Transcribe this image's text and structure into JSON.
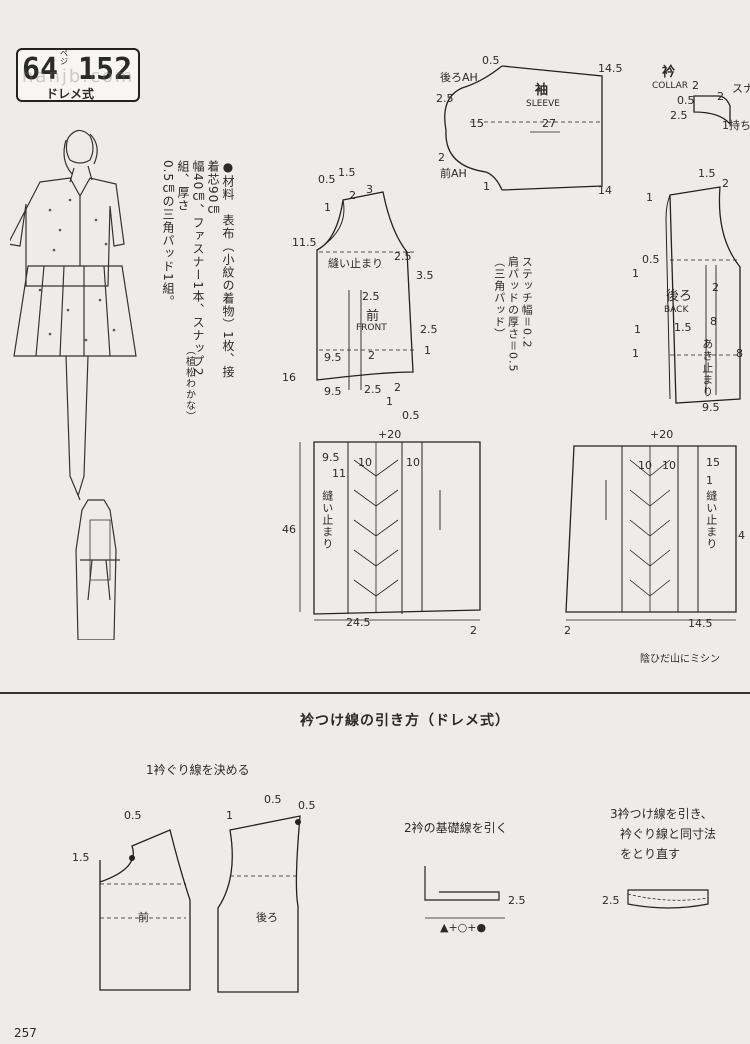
{
  "header": {
    "page_ref": "64",
    "page_ref_unit": "ペ ジ",
    "pattern_no": "152",
    "system": "ドレメ式",
    "watermark": "hanjb.com"
  },
  "materials": {
    "lines": [
      "●材料　表布（小紋の着物）1枚、接着芯90㎝",
      "幅40㎝、ファスナー1本、スナップ2組、厚さ",
      "0.5㎝の三角パッド1組。"
    ],
    "credit": "（植松わかな）"
  },
  "pad_note": [
    "ステッチ幅＝0.2",
    "肩パッドの厚さ＝0.5",
    "（三角パッド）"
  ],
  "sleeve": {
    "name": "袖",
    "name_en": "SLEEVE",
    "back_ah": "後ろAH",
    "front_ah": "前AH",
    "dims": [
      "0.5",
      "14.5",
      "2.5",
      "15",
      "27",
      "2",
      "1",
      "14"
    ]
  },
  "collar": {
    "name": "衿",
    "name_en": "COLLAR",
    "note": "スナ",
    "dims": [
      "2",
      "2",
      "2.5",
      "0.5",
      "1持ち"
    ]
  },
  "front_bodice": {
    "label": "前",
    "label_en": "FRONT",
    "closure": "縫い止まり",
    "dims": [
      "0.5",
      "1.5",
      "3",
      "2",
      "1",
      "11.5",
      "2.5",
      "3.5",
      "2.5",
      "1",
      "2.5",
      "9.5",
      "2",
      "16",
      "9.5",
      "2.5",
      "2",
      "1",
      "0.5"
    ]
  },
  "back_bodice": {
    "label": "後ろ",
    "label_en": "BACK",
    "opening": "あき止まり",
    "dims": [
      "1.5",
      "2",
      "1",
      "0.5",
      "1",
      "2",
      "1.5",
      "8",
      "1",
      "1",
      "8",
      "9.5"
    ]
  },
  "front_skirt": {
    "width": "+20",
    "closure": "縫い止まり",
    "dims": [
      "9.5",
      "11",
      "10",
      "10",
      "46",
      "24.5",
      "2"
    ]
  },
  "back_skirt": {
    "width": "+20",
    "closure": "縫い止まり",
    "dims": [
      "10",
      "10",
      "15",
      "1",
      "2",
      "14.5",
      "4"
    ],
    "note": "陰ひだ山にミシン"
  },
  "section": {
    "title": "衿つけ線の引き方（ドレメ式）",
    "step1": "1衿ぐり線を決める",
    "step2": "2衿の基礎線を引く",
    "step3_line1": "3衿つけ線を引き、",
    "step3_line2": "衿ぐり線と同寸法",
    "step3_line3": "をとり直す",
    "front_label": "前",
    "back_label": "後ろ",
    "formula": "▲+○+●",
    "dims": [
      "0.5",
      "1.5",
      "1",
      "0.5",
      "0.5",
      "2.5",
      "2.5"
    ]
  },
  "page_number": "257"
}
